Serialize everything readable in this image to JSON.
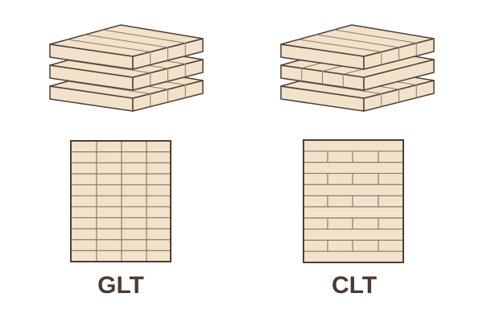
{
  "colors": {
    "wood": "#f2e2cb",
    "outline": "#4f3e33",
    "joint": "#8a7a6a"
  },
  "panels": [
    {
      "id": "glt",
      "label": "GLT"
    },
    {
      "id": "clt",
      "label": "CLT"
    }
  ]
}
